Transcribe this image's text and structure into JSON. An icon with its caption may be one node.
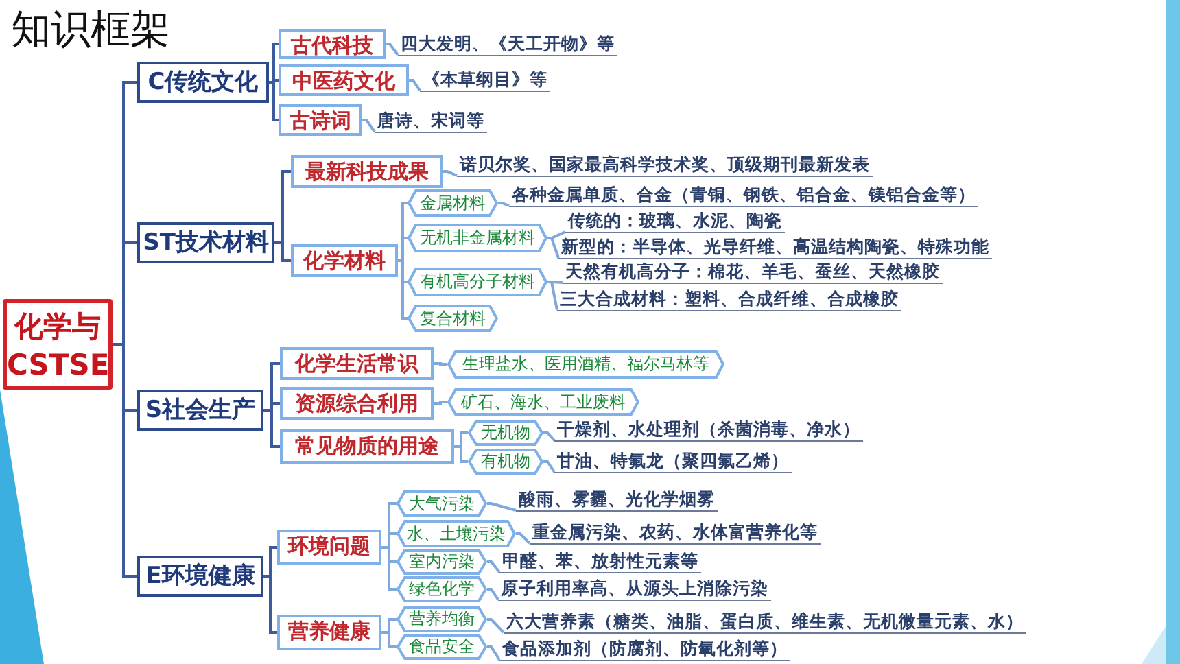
{
  "diagram": {
    "title": "知识框架",
    "nodes": [
      {
        "text": [
          "化学与CSTSE"
        ]
      },
      {
        "text": [
          "C传统文化"
        ]
      },
      {
        "text": [
          "古代科技"
        ]
      },
      {
        "text": [
          "中医药文化"
        ]
      },
      {
        "text": [
          "古诗词"
        ]
      },
      {
        "text": [
          "四大发明、《天工开物》等"
        ]
      },
      {
        "text": [
          "《本草纲目》等"
        ]
      },
      {
        "text": [
          "唐诗、宋词等"
        ]
      },
      {
        "text": [
          "ST技术材料"
        ]
      },
      {
        "text": [
          "最新科技成果"
        ]
      },
      {
        "text": [
          "诺贝尔奖、国家最高科学技术奖、顶级期刊最新发表"
        ]
      },
      {
        "text": [
          "化学材料"
        ]
      },
      {
        "text": [
          "金属材料"
        ]
      },
      {
        "text": [
          "各种金属单质、合金（青铜、钢铁、铝合金、镁铝合金等）"
        ]
      },
      {
        "text": [
          "无机非金属材料"
        ]
      },
      {
        "text": [
          "传统的：玻璃、水泥、陶瓷"
        ]
      },
      {
        "text": [
          "新型的：半导体、光导纤维、高温结构陶瓷、特殊功能"
        ]
      },
      {
        "text": [
          "有机高分子材料"
        ]
      },
      {
        "text": [
          "天然有机高分子：棉花、羊毛、蚕丝、天然橡胶"
        ]
      },
      {
        "text": [
          "三大合成材料：塑料、合成纤维、合成橡胶"
        ]
      },
      {
        "text": [
          "复合材料"
        ]
      },
      {
        "text": [
          "S社会生产"
        ]
      },
      {
        "text": [
          "化学生活常识"
        ]
      },
      {
        "text": [
          "生理盐水、医用酒精、福尔马林等"
        ]
      },
      {
        "text": [
          "资源综合利用"
        ]
      },
      {
        "text": [
          "矿石、海水、工业废料"
        ]
      },
      {
        "text": [
          "常见物质的用途"
        ]
      },
      {
        "text": [
          "无机物"
        ]
      },
      {
        "text": [
          "有机物"
        ]
      },
      {
        "text": [
          "干燥剂、水处理剂（杀菌消毒、净水）"
        ]
      },
      {
        "text": [
          "甘油、特氟龙（聚四氟乙烯）"
        ]
      },
      {
        "text": [
          "E环境健康"
        ]
      },
      {
        "text": [
          "环境问题"
        ]
      },
      {
        "text": [
          "大气污染"
        ]
      },
      {
        "text": [
          "水、土壤污染"
        ]
      },
      {
        "text": [
          "室内污染"
        ]
      },
      {
        "text": [
          "绿色化学"
        ]
      },
      {
        "text": [
          "酸雨、雾霾、光化学烟雾"
        ]
      },
      {
        "text": [
          "重金属污染、农药、水体富营养化等"
        ]
      },
      {
        "text": [
          "甲醛、苯、放射性元素等"
        ]
      },
      {
        "text": [
          "原子利用率高、从源头上消除污染"
        ]
      },
      {
        "text": [
          "营养健康"
        ]
      },
      {
        "text": [
          "营养均衡"
        ]
      },
      {
        "text": [
          "食品安全"
        ]
      },
      {
        "text": [
          "六大营养素（糖类、油脂、蛋白质、维生素、无机微量元素、水）"
        ]
      },
      {
        "text": [
          "食品添加剂（防腐剂、防氧化剂等）"
        ]
      }
    ],
    "edges": [
      {
        "from": 0,
        "to": 1,
        "arrow": "none"
      },
      {
        "from": 0,
        "to": 8,
        "arrow": "none"
      },
      {
        "from": 0,
        "to": 21,
        "arrow": "none"
      },
      {
        "from": 0,
        "to": 31,
        "arrow": "none"
      },
      {
        "from": 1,
        "to": 2,
        "arrow": "none"
      },
      {
        "from": 1,
        "to": 3,
        "arrow": "none"
      },
      {
        "from": 1,
        "to": 4,
        "arrow": "none"
      },
      {
        "from": 2,
        "to": 5,
        "arrow": "none"
      },
      {
        "from": 3,
        "to": 6,
        "arrow": "none"
      },
      {
        "from": 4,
        "to": 7,
        "arrow": "none"
      },
      {
        "from": 8,
        "to": 9,
        "arrow": "none"
      },
      {
        "from": 8,
        "to": 11,
        "arrow": "none"
      },
      {
        "from": 9,
        "to": 10,
        "arrow": "none"
      },
      {
        "from": 11,
        "to": 12,
        "arrow": "none"
      },
      {
        "from": 11,
        "to": 14,
        "arrow": "none"
      },
      {
        "from": 11,
        "to": 17,
        "arrow": "none"
      },
      {
        "from": 11,
        "to": 20,
        "arrow": "none"
      },
      {
        "from": 12,
        "to": 13,
        "arrow": "none"
      },
      {
        "from": 14,
        "to": 15,
        "arrow": "none"
      },
      {
        "from": 14,
        "to": 16,
        "arrow": "none"
      },
      {
        "from": 17,
        "to": 18,
        "arrow": "none"
      },
      {
        "from": 17,
        "to": 19,
        "arrow": "none"
      },
      {
        "from": 21,
        "to": 22,
        "arrow": "none"
      },
      {
        "from": 21,
        "to": 24,
        "arrow": "none"
      },
      {
        "from": 21,
        "to": 26,
        "arrow": "none"
      },
      {
        "from": 22,
        "to": 23,
        "arrow": "none"
      },
      {
        "from": 24,
        "to": 25,
        "arrow": "none"
      },
      {
        "from": 26,
        "to": 27,
        "arrow": "none"
      },
      {
        "from": 26,
        "to": 28,
        "arrow": "none"
      },
      {
        "from": 27,
        "to": 29,
        "arrow": "none"
      },
      {
        "from": 28,
        "to": 30,
        "arrow": "none"
      },
      {
        "from": 31,
        "to": 32,
        "arrow": "none"
      },
      {
        "from": 31,
        "to": 41,
        "arrow": "none"
      },
      {
        "from": 32,
        "to": 33,
        "arrow": "none"
      },
      {
        "from": 32,
        "to": 34,
        "arrow": "none"
      },
      {
        "from": 32,
        "to": 35,
        "arrow": "none"
      },
      {
        "from": 32,
        "to": 36,
        "arrow": "none"
      },
      {
        "from": 33,
        "to": 37,
        "arrow": "none"
      },
      {
        "from": 34,
        "to": 38,
        "arrow": "none"
      },
      {
        "from": 35,
        "to": 39,
        "arrow": "none"
      },
      {
        "from": 36,
        "to": 40,
        "arrow": "none"
      },
      {
        "from": 41,
        "to": 42,
        "arrow": "none"
      },
      {
        "from": 41,
        "to": 43,
        "arrow": "none"
      },
      {
        "from": 42,
        "to": 44,
        "arrow": "none"
      },
      {
        "from": 43,
        "to": 45,
        "arrow": "none"
      }
    ]
  }
}
